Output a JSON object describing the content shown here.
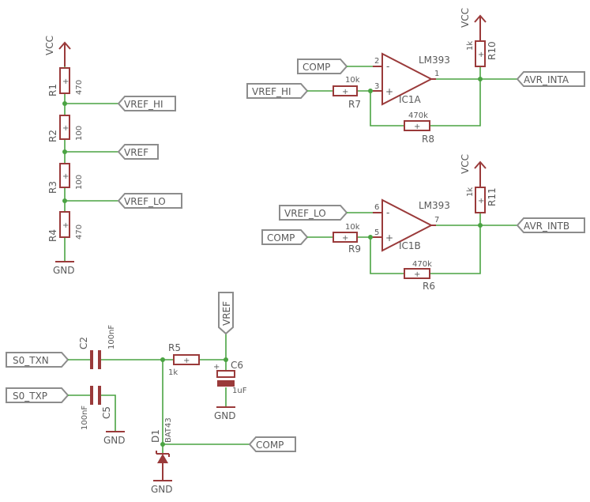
{
  "power": {
    "vcc": "VCC",
    "gnd": "GND"
  },
  "resistors": {
    "R1": {
      "name": "R1",
      "value": "470"
    },
    "R2": {
      "name": "R2",
      "value": "100"
    },
    "R3": {
      "name": "R3",
      "value": "100"
    },
    "R4": {
      "name": "R4",
      "value": "470"
    },
    "R5": {
      "name": "R5",
      "value": "1k"
    },
    "R6": {
      "name": "R6",
      "value": "470k"
    },
    "R7": {
      "name": "R7",
      "value": "10k"
    },
    "R8": {
      "name": "R8",
      "value": "470k"
    },
    "R9": {
      "name": "R9",
      "value": "10k"
    },
    "R10": {
      "name": "R10",
      "value": "1k"
    },
    "R11": {
      "name": "R11",
      "value": "1k"
    }
  },
  "capacitors": {
    "C2": {
      "name": "C2",
      "value": "100nF"
    },
    "C5": {
      "name": "C5",
      "value": "100nF"
    },
    "C6": {
      "name": "C6",
      "value": "1uF"
    }
  },
  "diode": {
    "name": "D1",
    "value": "BAT43"
  },
  "comparators": {
    "IC1A": {
      "name": "IC1A",
      "part": "LM393",
      "pin_minus": "2",
      "pin_plus": "3",
      "pin_out": "1",
      "sign_minus": "-",
      "sign_plus": "+"
    },
    "IC1B": {
      "name": "IC1B",
      "part": "LM393",
      "pin_minus": "6",
      "pin_plus": "5",
      "pin_out": "7",
      "sign_minus": "-",
      "sign_plus": "+"
    }
  },
  "net_labels": {
    "vref_hi": "VREF_HI",
    "vref": "VREF",
    "vref_lo": "VREF_LO",
    "comp": "COMP",
    "avr_inta": "AVR_INTA",
    "avr_intb": "AVR_INTB",
    "s0_txn": "S0_TXN",
    "s0_txp": "S0_TXP"
  },
  "colors": {
    "wire": "#4aa342",
    "part": "#9a3a3a",
    "label_border": "#8c8c8c",
    "text": "#5a5a5a"
  }
}
